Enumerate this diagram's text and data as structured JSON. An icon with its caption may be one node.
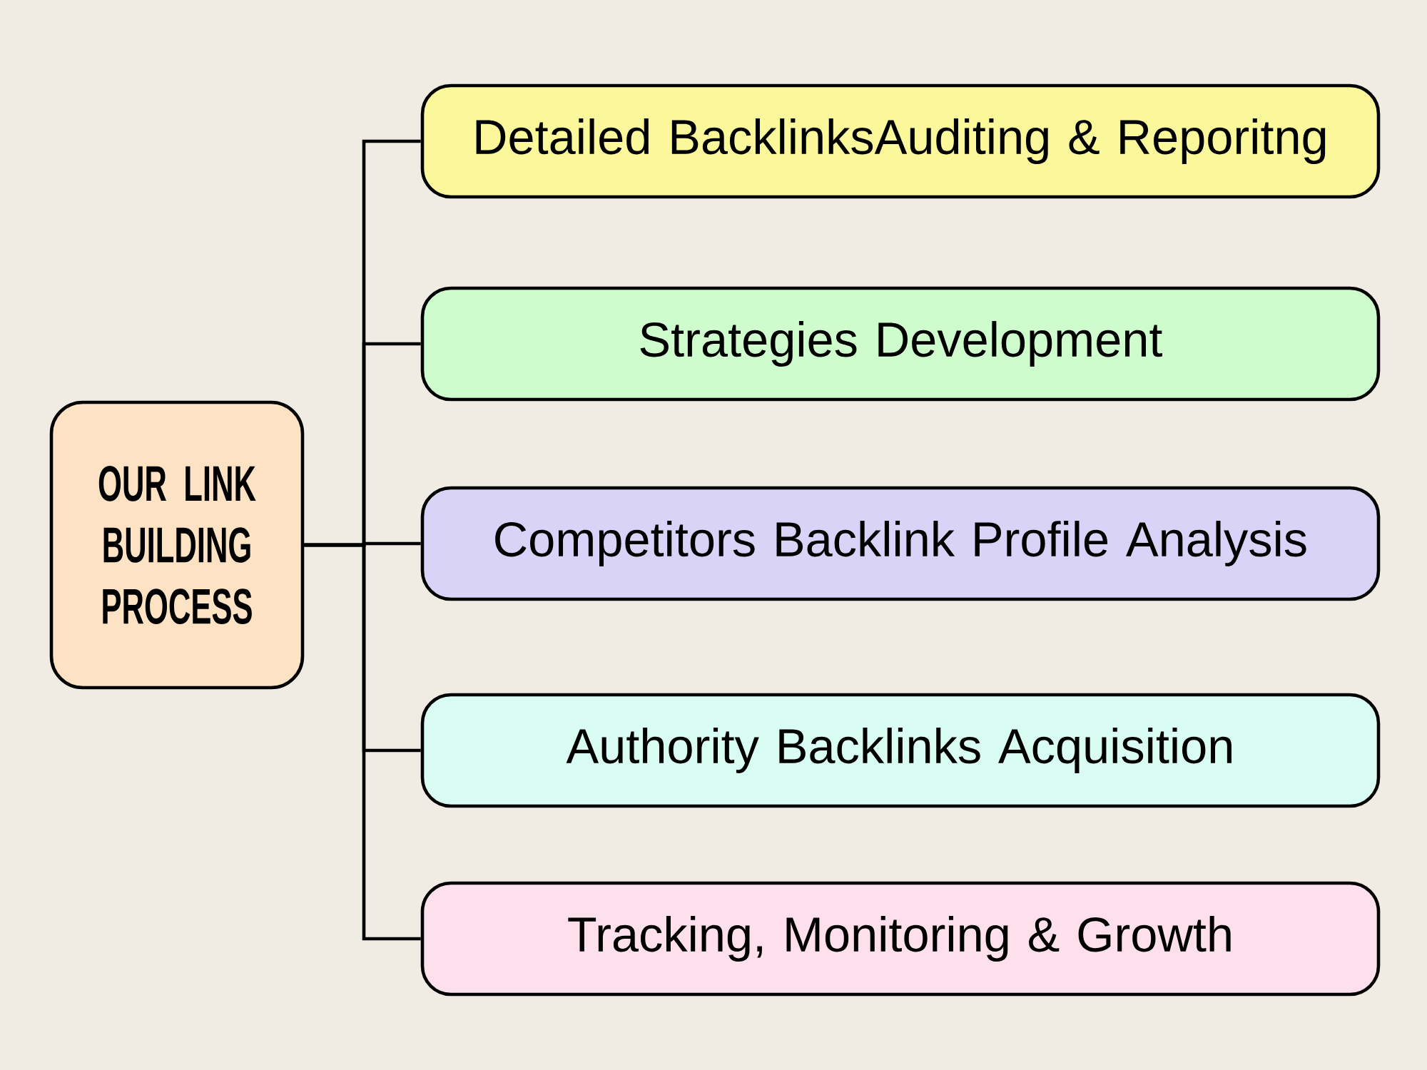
{
  "diagram": {
    "nodes": [
      {
        "text": [
          "OUR LINK BUILDING PROCESS"
        ]
      },
      {
        "text": [
          "Detailed BacklinksAuditing & Reporitng"
        ]
      },
      {
        "text": [
          "Strategies Development"
        ]
      },
      {
        "text": [
          "Competitors  Backlink Profile Analysis"
        ]
      },
      {
        "text": [
          "Authority Backlinks Acquisition"
        ]
      },
      {
        "text": [
          "Tracking, Monitoring & Growth"
        ]
      }
    ],
    "edges": [
      {
        "from": 0,
        "to": 1,
        "arrow": "none"
      },
      {
        "from": 0,
        "to": 2,
        "arrow": "none"
      },
      {
        "from": 0,
        "to": 3,
        "arrow": "none"
      },
      {
        "from": 0,
        "to": 4,
        "arrow": "none"
      },
      {
        "from": 0,
        "to": 5,
        "arrow": "none"
      }
    ]
  }
}
